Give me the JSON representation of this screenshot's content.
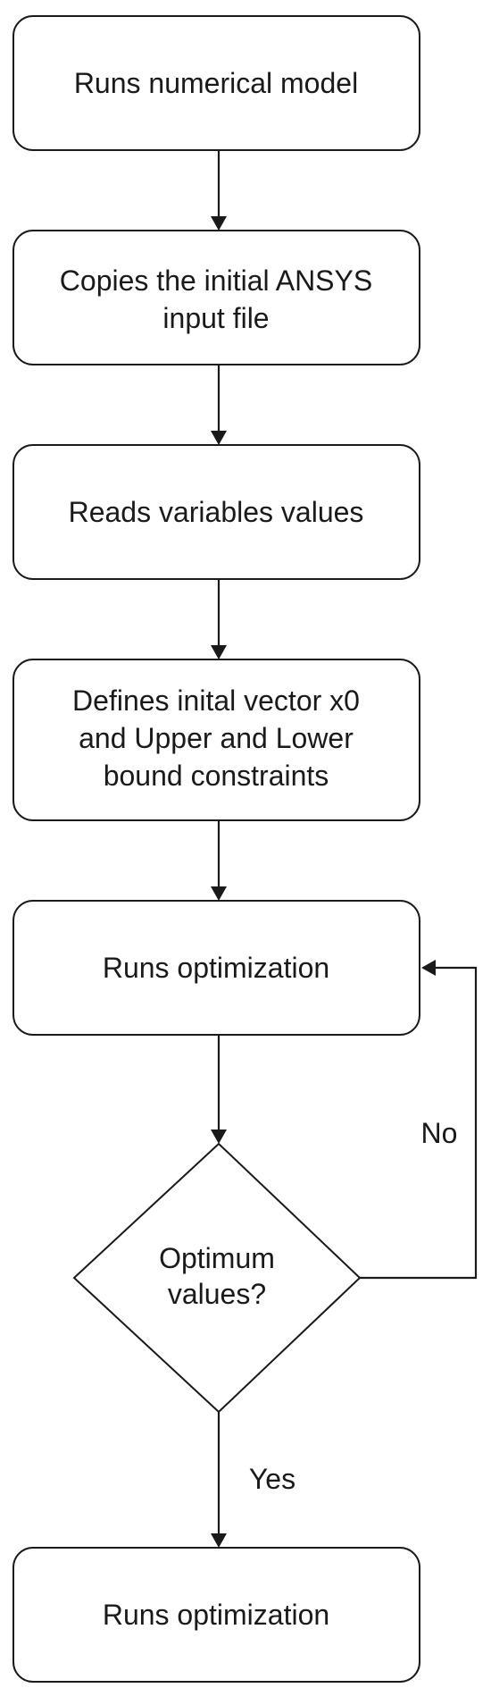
{
  "diagram": {
    "nodes": [
      {
        "id": "n1",
        "shape": "rounded-rect",
        "lines": [
          "Runs numerical model"
        ]
      },
      {
        "id": "n2",
        "shape": "rounded-rect",
        "lines": [
          "Copies the initial ANSYS",
          "input file"
        ]
      },
      {
        "id": "n3",
        "shape": "rounded-rect",
        "lines": [
          "Reads variables values"
        ]
      },
      {
        "id": "n4",
        "shape": "rounded-rect",
        "lines": [
          "Defines inital vector x0",
          "and Upper and Lower",
          "bound constraints"
        ]
      },
      {
        "id": "n5",
        "shape": "rounded-rect",
        "lines": [
          "Runs optimization"
        ]
      },
      {
        "id": "d1",
        "shape": "diamond",
        "lines": [
          "Optimum",
          "values?"
        ]
      },
      {
        "id": "n6",
        "shape": "rounded-rect",
        "lines": [
          "Runs optimization"
        ]
      }
    ],
    "edges": [
      {
        "from": "n1",
        "to": "n2",
        "label": ""
      },
      {
        "from": "n2",
        "to": "n3",
        "label": ""
      },
      {
        "from": "n3",
        "to": "n4",
        "label": ""
      },
      {
        "from": "n4",
        "to": "n5",
        "label": ""
      },
      {
        "from": "n5",
        "to": "d1",
        "label": ""
      },
      {
        "from": "d1",
        "to": "n5",
        "label": "No"
      },
      {
        "from": "d1",
        "to": "n6",
        "label": "Yes"
      }
    ]
  },
  "colors": {
    "stroke": "#1a1a1a",
    "fill": "#ffffff",
    "text": "#1a1a1a"
  }
}
